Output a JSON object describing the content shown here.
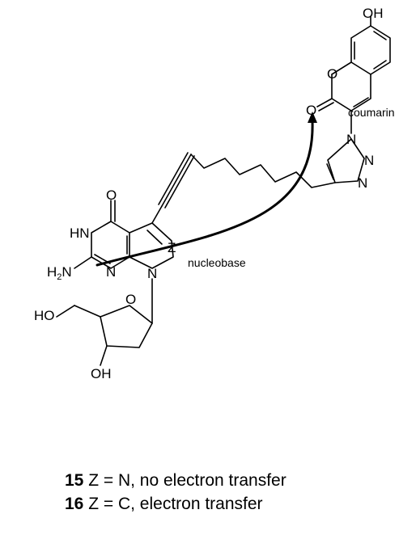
{
  "structure": {
    "atoms": {
      "oh_top": "OH",
      "o_ring": "O",
      "o_carbonyl_coumarin": "O",
      "n_triazole_1": "N",
      "n_triazole_2": "N",
      "n_triazole_3": "N",
      "o_carbonyl_base": "O",
      "hn": "HN",
      "h2n_h": "H",
      "h2n_sub": "2",
      "h2n_n": "N",
      "n_pyrimidine": "N",
      "n_glycosidic": "N",
      "z": "Z",
      "ho_sugar": "HO",
      "o_sugar": "O",
      "oh_sugar": "OH"
    },
    "labels": {
      "coumarin": "coumarin",
      "nucleobase": "nucleobase"
    }
  },
  "caption": [
    {
      "number": "15",
      "text": " Z = N, no electron transfer"
    },
    {
      "number": "16",
      "text": " Z = C, electron transfer"
    }
  ]
}
